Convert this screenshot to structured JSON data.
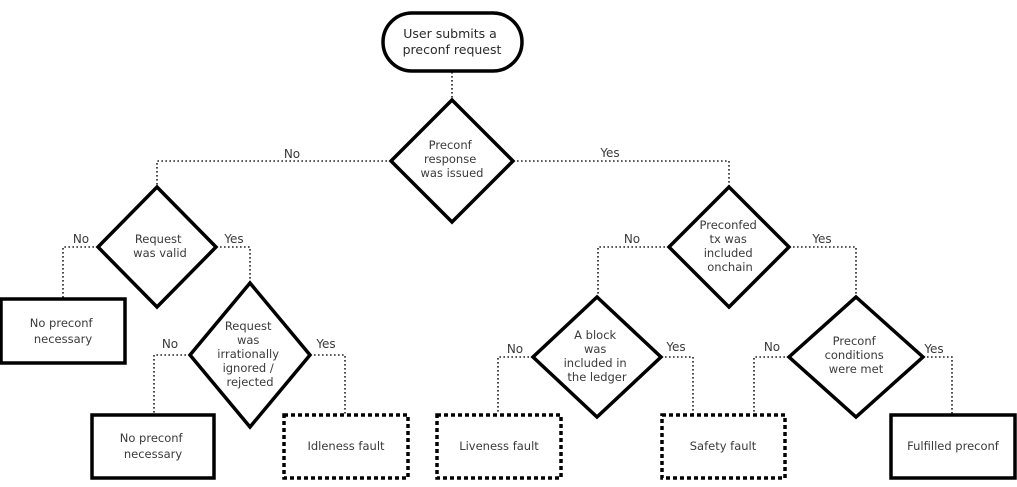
{
  "start": [
    "User submits a",
    "preconf request"
  ],
  "decisions": {
    "issued": [
      "Preconf",
      "response",
      "was issued"
    ],
    "valid": [
      "Request",
      "was valid"
    ],
    "ignored": [
      "Request",
      "was",
      "irrationally",
      "ignored /",
      "rejected"
    ],
    "onchain": [
      "Preconfed",
      "tx was",
      "included",
      "onchain"
    ],
    "block": [
      "A block",
      "was",
      "included in",
      "the ledger"
    ],
    "conditions": [
      "Preconf",
      "conditions",
      "were met"
    ]
  },
  "outcomes": {
    "no_preconf_1": [
      "No preconf",
      "necessary"
    ],
    "no_preconf_2": [
      "No preconf",
      "necessary"
    ],
    "idleness": [
      "Idleness fault"
    ],
    "liveness": [
      "Liveness fault"
    ],
    "safety": [
      "Safety fault"
    ],
    "fulfilled": [
      "Fulfilled preconf"
    ]
  },
  "edges": {
    "yes": "Yes",
    "no": "No"
  }
}
